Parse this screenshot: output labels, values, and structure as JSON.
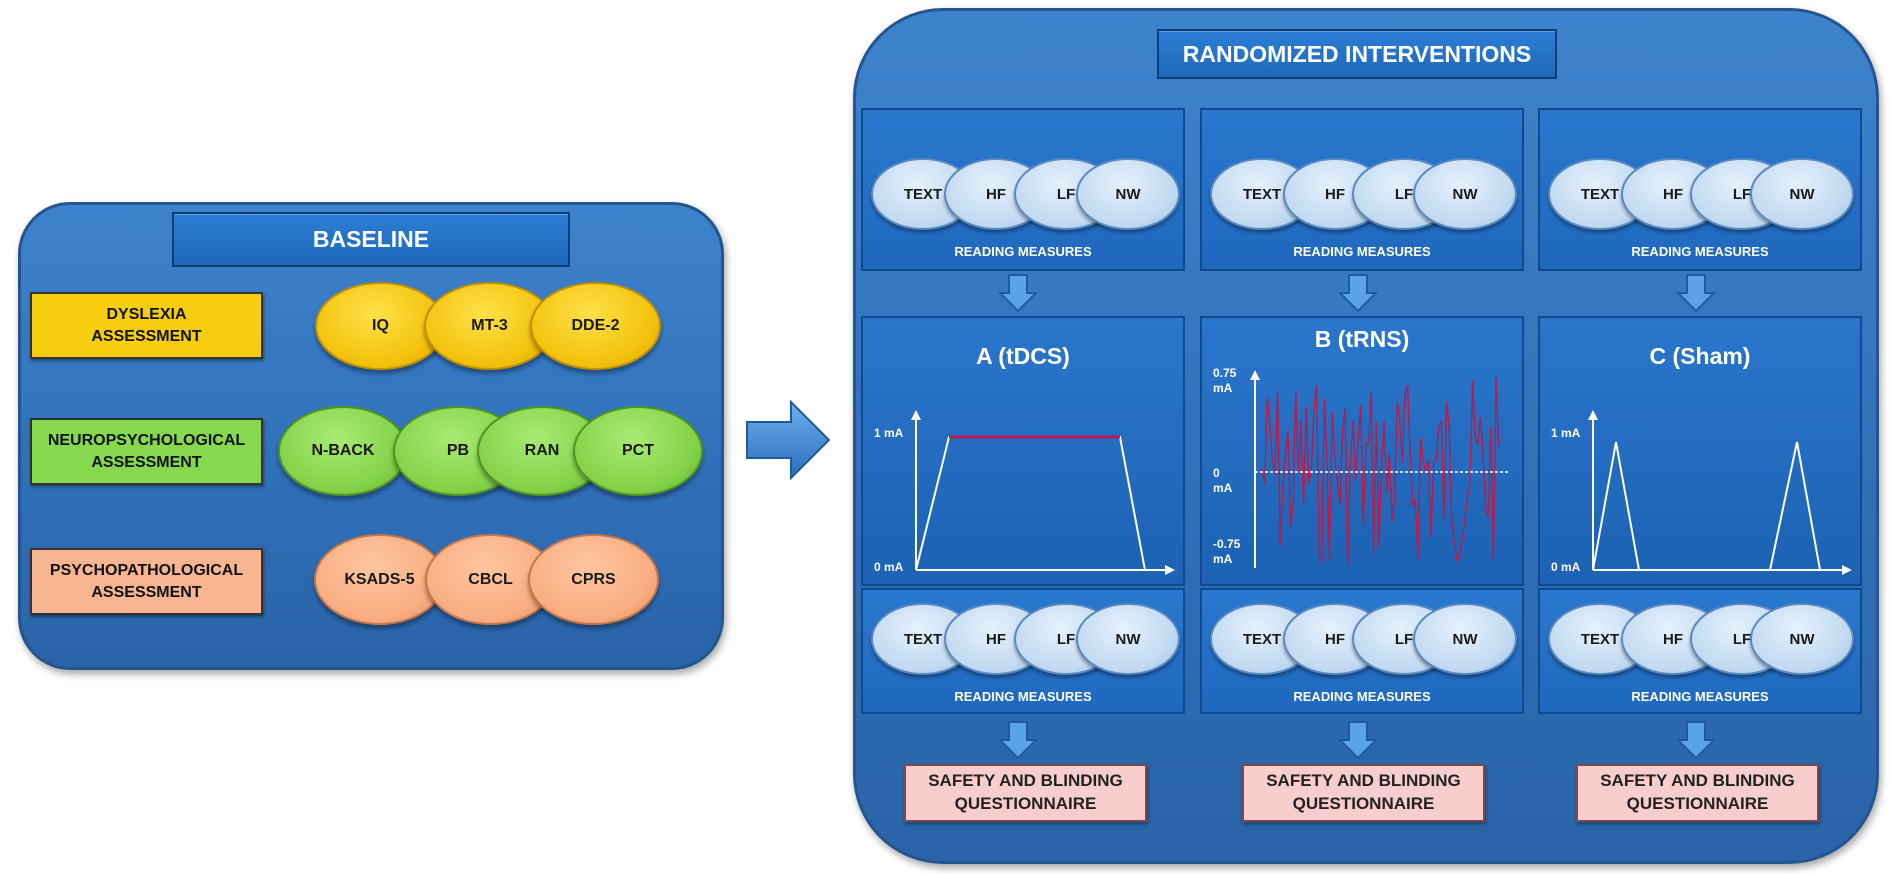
{
  "baseline": {
    "title": "BASELINE",
    "rows": [
      {
        "label": "DYSLEXIA\nASSESSMENT",
        "color": "#f6cd0f",
        "tests": [
          "IQ",
          "MT-3",
          "DDE-2"
        ]
      },
      {
        "label": "NEUROPSYCHOLOGICAL\nASSESSMENT",
        "color": "#86d94f",
        "tests": [
          "N-BACK",
          "PB",
          "RAN",
          "PCT"
        ]
      },
      {
        "label": "PSYCHOPATHOLOGICAL\nASSESSMENT",
        "color": "#f8b592",
        "tests": [
          "KSADS-5",
          "CBCL",
          "CPRS"
        ]
      }
    ]
  },
  "interventions": {
    "title": "RANDOMIZED INTERVENTIONS",
    "reading_measures": [
      "TEXT",
      "HF",
      "LF",
      "NW"
    ],
    "reading_label": "READING MEASURES",
    "safety_label": "SAFETY AND BLINDING\nQUESTIONNAIRE",
    "columns": [
      {
        "title": "A (tDCS)",
        "y_top": "1 mA",
        "y_bottom": "0 mA",
        "waveform": "trapezoid",
        "plateau_color": "#c0184a"
      },
      {
        "title": "B (tRNS)",
        "y_top": "0.75\nmA",
        "y_mid": "0\nmA",
        "y_bottom": "-0.75\nmA",
        "waveform": "random-noise",
        "noise_color": "#b71c4a"
      },
      {
        "title": "C (Sham)",
        "y_top": "1 mA",
        "y_bottom": "0 mA",
        "waveform": "ramp-sham"
      }
    ]
  },
  "icons": {
    "baseline_to_interventions": "right-arrow-icon",
    "flow_down": "down-arrow-icon"
  }
}
